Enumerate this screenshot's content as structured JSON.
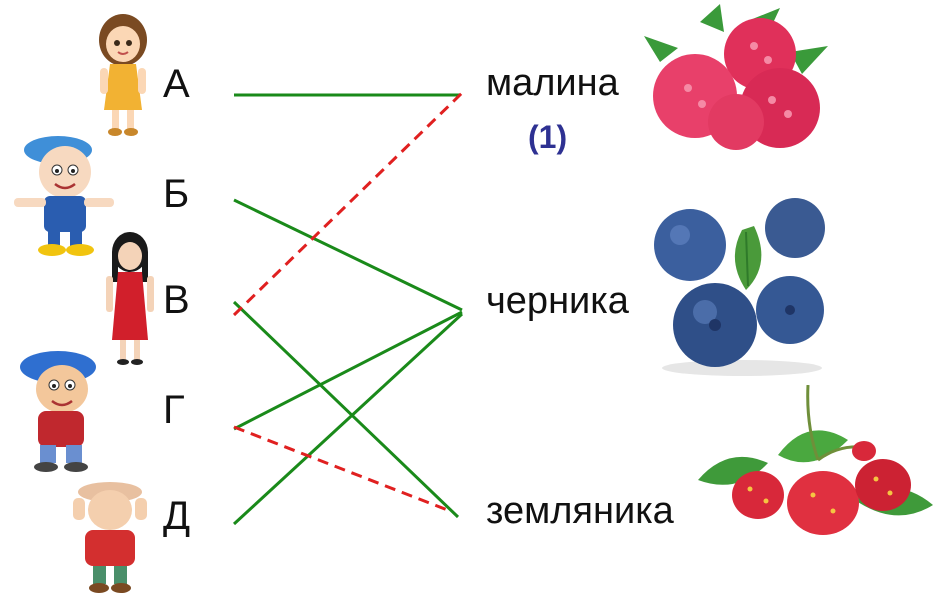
{
  "children": {
    "a": "А",
    "b": "Б",
    "v": "В",
    "g": "Г",
    "d": "Д"
  },
  "berries": {
    "raspberry": "малина",
    "blueberry": "черника",
    "strawberry": "земляника"
  },
  "counter": "(1)",
  "colors": {
    "solid_line": "#1a8a1a",
    "dashed_line": "#e02020",
    "counter": "#2e3192"
  },
  "connections": [
    {
      "from": "А",
      "to": "малина",
      "style": "solid"
    },
    {
      "from": "Б",
      "to": "черника",
      "style": "solid"
    },
    {
      "from": "В",
      "to": "земляника",
      "style": "solid"
    },
    {
      "from": "Г",
      "to": "черника",
      "style": "solid"
    },
    {
      "from": "Д",
      "to": "черника",
      "style": "solid"
    },
    {
      "from": "В",
      "to": "малина",
      "style": "dashed"
    },
    {
      "from": "Г",
      "to": "земляника",
      "style": "dashed"
    }
  ]
}
